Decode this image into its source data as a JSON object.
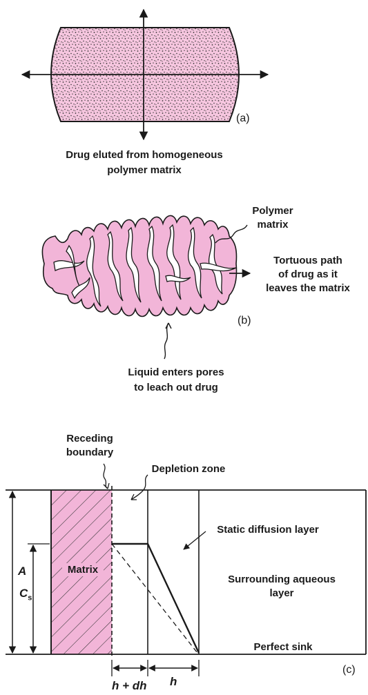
{
  "panel_a": {
    "tag": "(a)",
    "caption_line1": "Drug eluted from homogeneous",
    "caption_line2": "polymer matrix"
  },
  "panel_b": {
    "tag": "(b)",
    "polymer_line1": "Polymer",
    "polymer_line2": "matrix",
    "tortuous_line1": "Tortuous path",
    "tortuous_line2": "of drug as it",
    "tortuous_line3": "leaves the matrix",
    "liquid_line1": "Liquid enters pores",
    "liquid_line2": "to leach out drug"
  },
  "panel_c": {
    "tag": "(c)",
    "receding_line1": "Receding",
    "receding_line2": "boundary",
    "depletion": "Depletion zone",
    "static_layer": "Static diffusion layer",
    "matrix": "Matrix",
    "aqueous_line1": "Surrounding aqueous",
    "aqueous_line2": "layer",
    "sink": "Perfect sink",
    "A": "A",
    "Cs_main": "C",
    "Cs_sub": "s",
    "h_dh": "h + dh",
    "h": "h"
  },
  "colors": {
    "pink": "#f2b5d8",
    "ink": "#1a1a1a"
  }
}
